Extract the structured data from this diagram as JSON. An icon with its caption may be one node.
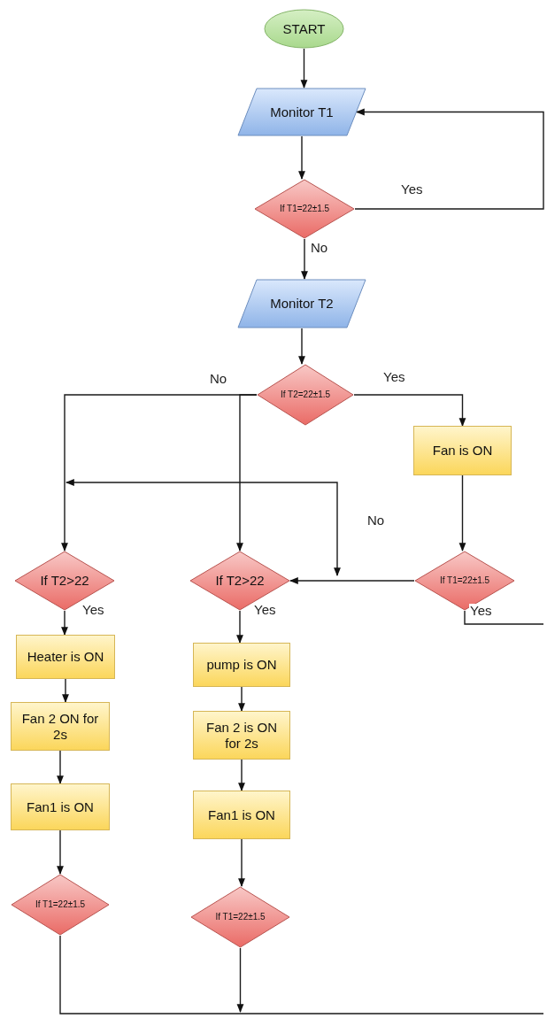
{
  "diagram": {
    "nodes": [
      {
        "text": [
          "START"
        ]
      },
      {
        "text": [
          "Monitor T1"
        ]
      },
      {
        "text": [
          "If T1=22±1.5"
        ]
      },
      {
        "text": [
          "Monitor T2"
        ]
      },
      {
        "text": [
          "If T2=22±1.5"
        ]
      },
      {
        "text": [
          "Fan is ON"
        ]
      },
      {
        "text": [
          "If T2>22"
        ]
      },
      {
        "text": [
          "If T2>22"
        ]
      },
      {
        "text": [
          "If T1=22±1.5"
        ]
      },
      {
        "text": [
          "Heater is ON"
        ]
      },
      {
        "text": [
          "pump is ON"
        ]
      },
      {
        "text": [
          "Fan 2 ON for 2s"
        ]
      },
      {
        "text": [
          "Fan 2 is ON for 2s"
        ]
      },
      {
        "text": [
          "Fan1 is ON"
        ]
      },
      {
        "text": [
          "Fan1 is ON"
        ]
      },
      {
        "text": [
          "If T1=22±1.5"
        ]
      },
      {
        "text": [
          "If T1=22±1.5"
        ]
      }
    ],
    "edges": [
      {
        "from": 0,
        "to": 1,
        "arrow": "to"
      },
      {
        "from": 1,
        "to": 2,
        "arrow": "to"
      },
      {
        "from": 2,
        "to": 1,
        "arrow": "to",
        "label": "Yes"
      },
      {
        "from": 2,
        "to": 3,
        "arrow": "to",
        "label": "No"
      },
      {
        "from": 3,
        "to": 4,
        "arrow": "to"
      },
      {
        "from": 4,
        "to": 5,
        "arrow": "to",
        "label": "Yes"
      },
      {
        "from": 4,
        "to": 6,
        "arrow": "to",
        "label": "No"
      },
      {
        "from": 4,
        "to": 7,
        "arrow": "to"
      },
      {
        "from": 5,
        "to": 8,
        "arrow": "to"
      },
      {
        "from": 8,
        "to": 7,
        "arrow": "to",
        "label": "No"
      },
      {
        "from": 8,
        "to": null,
        "arrow": "none",
        "label": "Yes"
      },
      {
        "from": 6,
        "to": 9,
        "arrow": "to",
        "label": "Yes"
      },
      {
        "from": 9,
        "to": 11,
        "arrow": "to"
      },
      {
        "from": 11,
        "to": 13,
        "arrow": "to"
      },
      {
        "from": 13,
        "to": 15,
        "arrow": "to"
      },
      {
        "from": 7,
        "to": 10,
        "arrow": "to",
        "label": "Yes"
      },
      {
        "from": 10,
        "to": 12,
        "arrow": "to"
      },
      {
        "from": 12,
        "to": 14,
        "arrow": "to"
      },
      {
        "from": 14,
        "to": 16,
        "arrow": "to"
      },
      {
        "from": 15,
        "to": null,
        "arrow": "none"
      },
      {
        "from": 16,
        "to": null,
        "arrow": "to"
      }
    ]
  }
}
